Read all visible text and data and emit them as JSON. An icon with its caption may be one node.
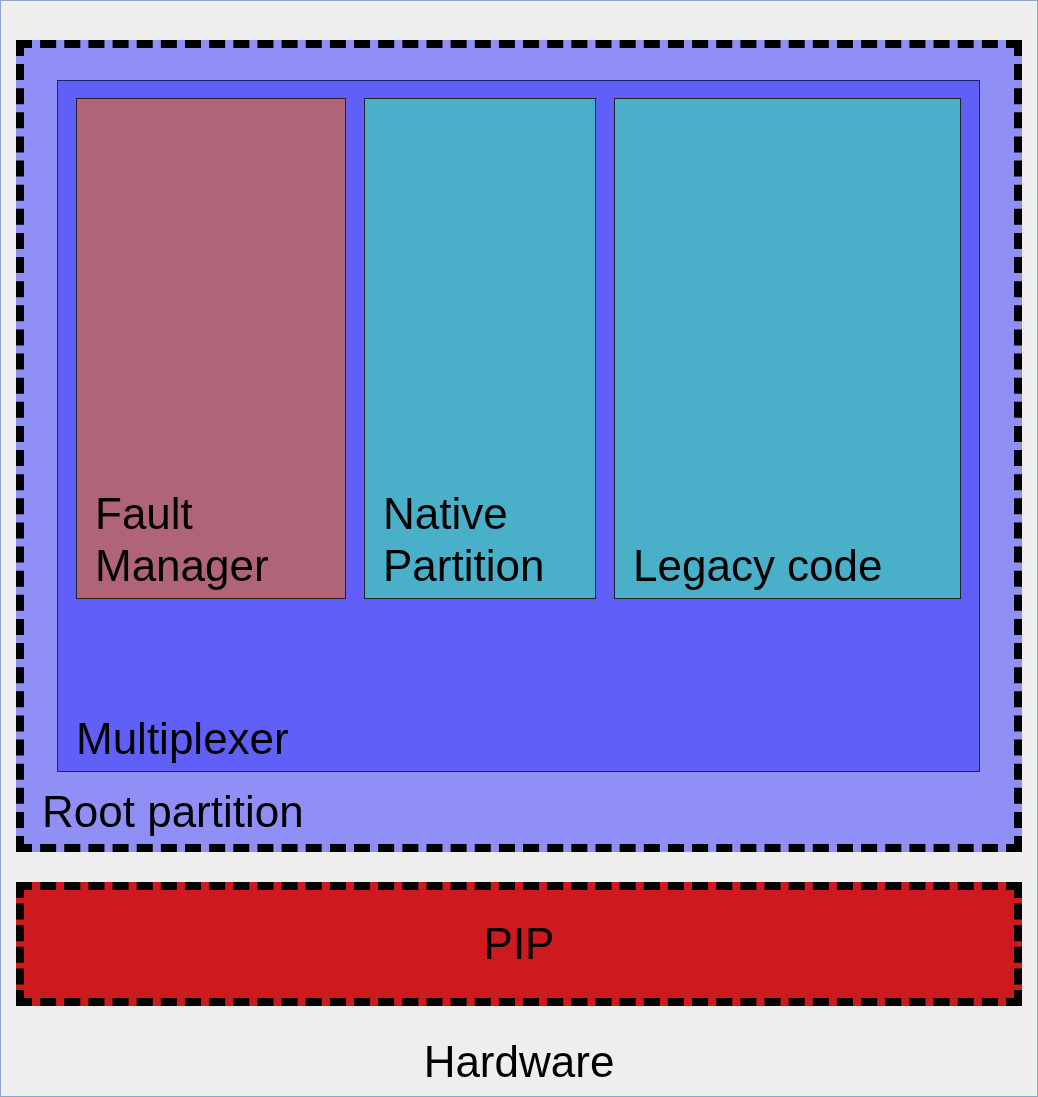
{
  "diagram": {
    "nodes": [
      {
        "text": [
          "Hardware"
        ]
      },
      {
        "text": [
          "Root partition"
        ],
        "in": 0
      },
      {
        "text": [
          "Multiplexer"
        ],
        "in": 1
      },
      {
        "text": [
          "Fault Manager"
        ],
        "in": 2
      },
      {
        "text": [
          "Native Partition"
        ],
        "in": 2
      },
      {
        "text": [
          "Legacy code"
        ],
        "in": 2
      },
      {
        "text": [
          "PIP"
        ],
        "in": 0
      }
    ]
  }
}
